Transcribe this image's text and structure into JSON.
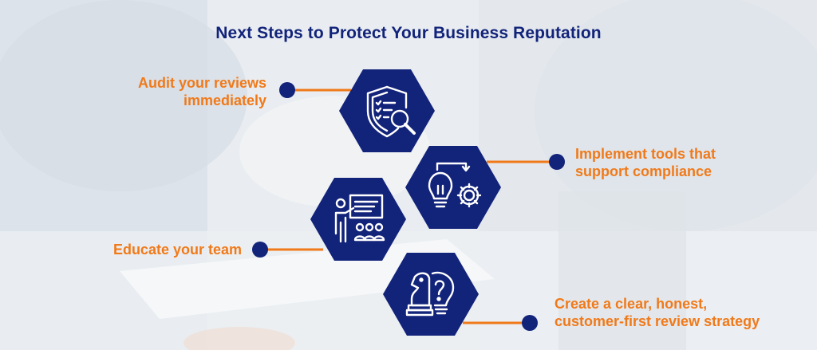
{
  "title": "Next Steps to Protect Your Business Reputation",
  "colors": {
    "navy": "#12237a",
    "orange": "#f07a1a",
    "icon_line": "#ffffff"
  },
  "steps": [
    {
      "label_line1": "Audit your reviews",
      "label_line2": "immediately",
      "icon": "shield-checklist-search-icon"
    },
    {
      "label_line1": "Implement tools that",
      "label_line2": "support compliance",
      "icon": "lightbulb-gear-icon"
    },
    {
      "label_line1": "Educate your team",
      "icon": "presentation-board-audience-icon"
    },
    {
      "label_line1": "Create a clear, honest,",
      "label_line2": "customer-first review strategy",
      "icon": "chess-knight-lightbulb-icon"
    }
  ]
}
